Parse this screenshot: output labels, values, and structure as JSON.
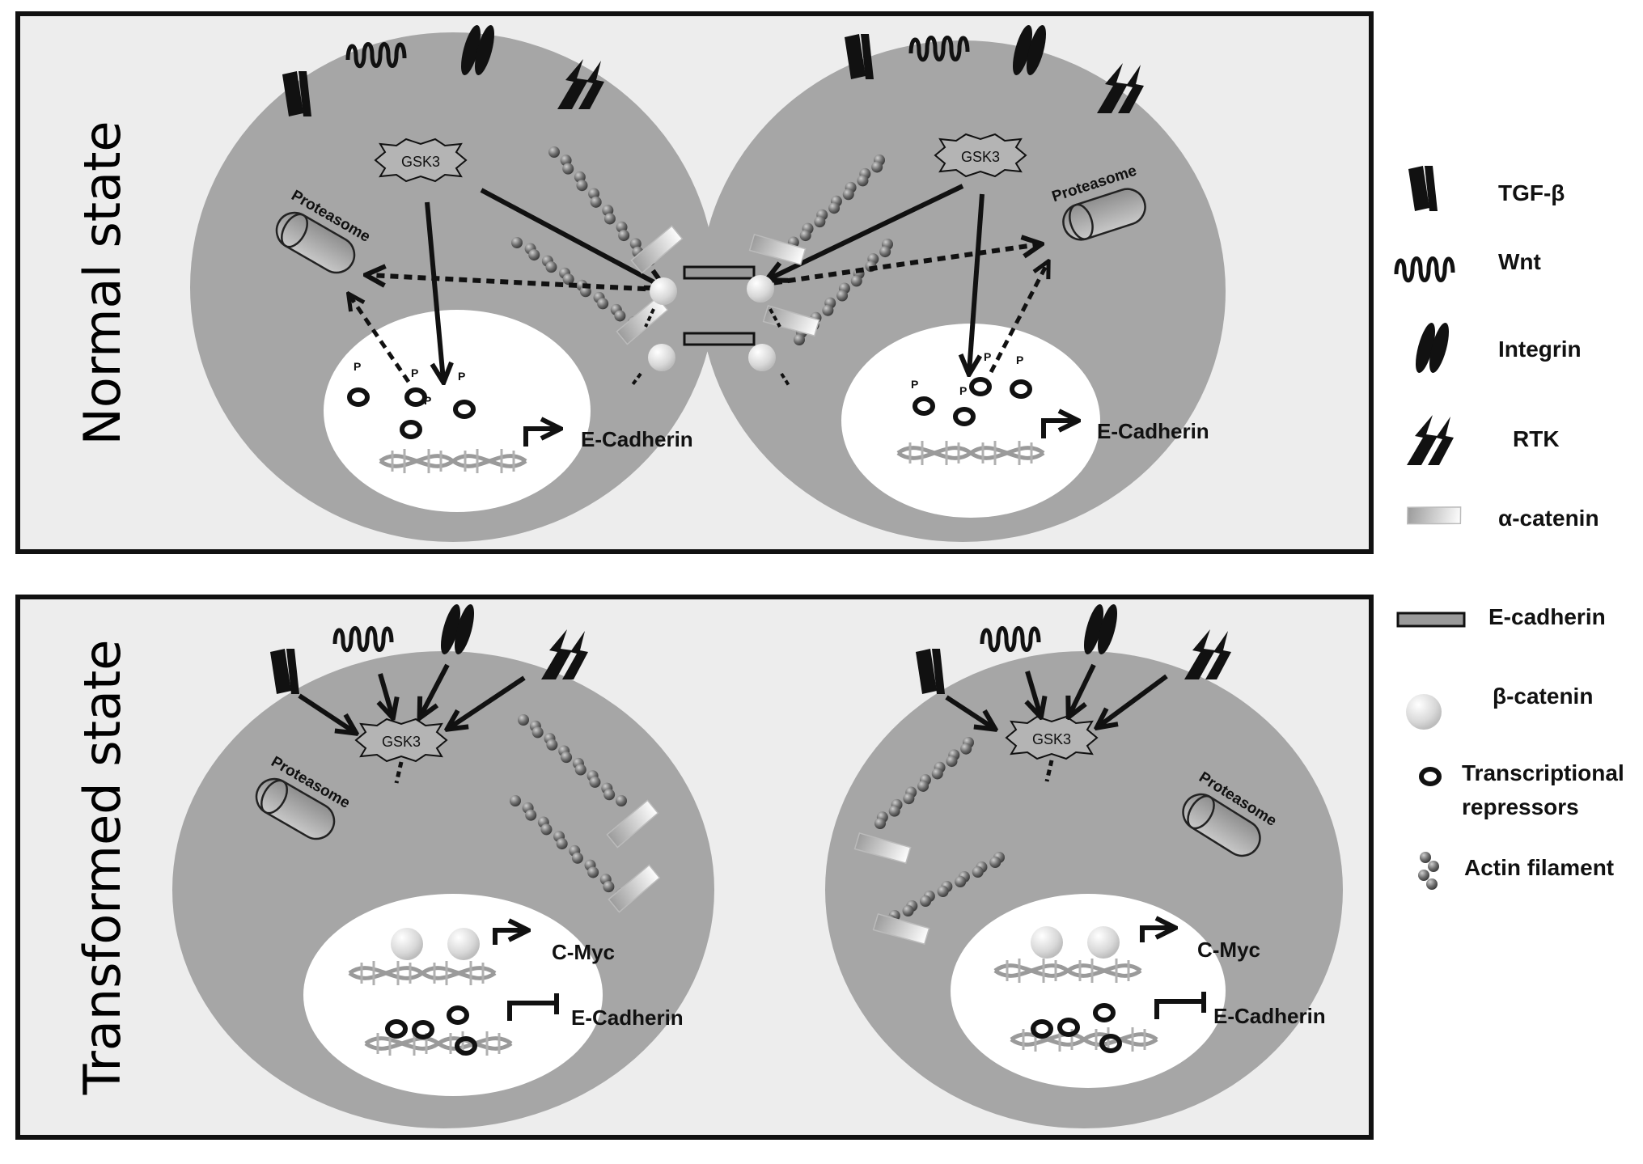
{
  "panels": {
    "normal": {
      "side_label": "Normal state"
    },
    "transformed": {
      "side_label": "Transformed state"
    }
  },
  "cell_labels": {
    "gsk3": "GSK3",
    "proteasome": "Proteasome",
    "phospho": "P",
    "e_cadherin_gene": "E-Cadherin",
    "cmyc_gene": "C-Myc"
  },
  "legend": {
    "items": [
      {
        "key": "tgfb",
        "label": "TGF-β",
        "icon": "tgf-beta-icon"
      },
      {
        "key": "wnt",
        "label": "Wnt",
        "icon": "wnt-icon"
      },
      {
        "key": "integrin",
        "label": "Integrin",
        "icon": "integrin-icon"
      },
      {
        "key": "rtk",
        "label": "RTK",
        "icon": "rtk-icon"
      },
      {
        "key": "alpha_catenin",
        "label": "α-catenin",
        "icon": "alpha-catenin-icon"
      },
      {
        "key": "e_cadherin",
        "label": "E-cadherin",
        "icon": "e-cadherin-icon"
      },
      {
        "key": "beta_catenin",
        "label": "β-catenin",
        "icon": "beta-catenin-icon"
      },
      {
        "key": "repressors",
        "label": "Transcriptional repressors",
        "label_line1": "Transcriptional",
        "label_line2": "repressors",
        "icon": "transcriptional-repressor-icon"
      },
      {
        "key": "actin",
        "label": "Actin filament",
        "icon": "actin-filament-icon"
      }
    ]
  },
  "colors": {
    "panel_bg": "#ededed",
    "cell_fill": "#a6a6a6",
    "nucleus_fill": "#ffffff",
    "ink": "#111111"
  }
}
